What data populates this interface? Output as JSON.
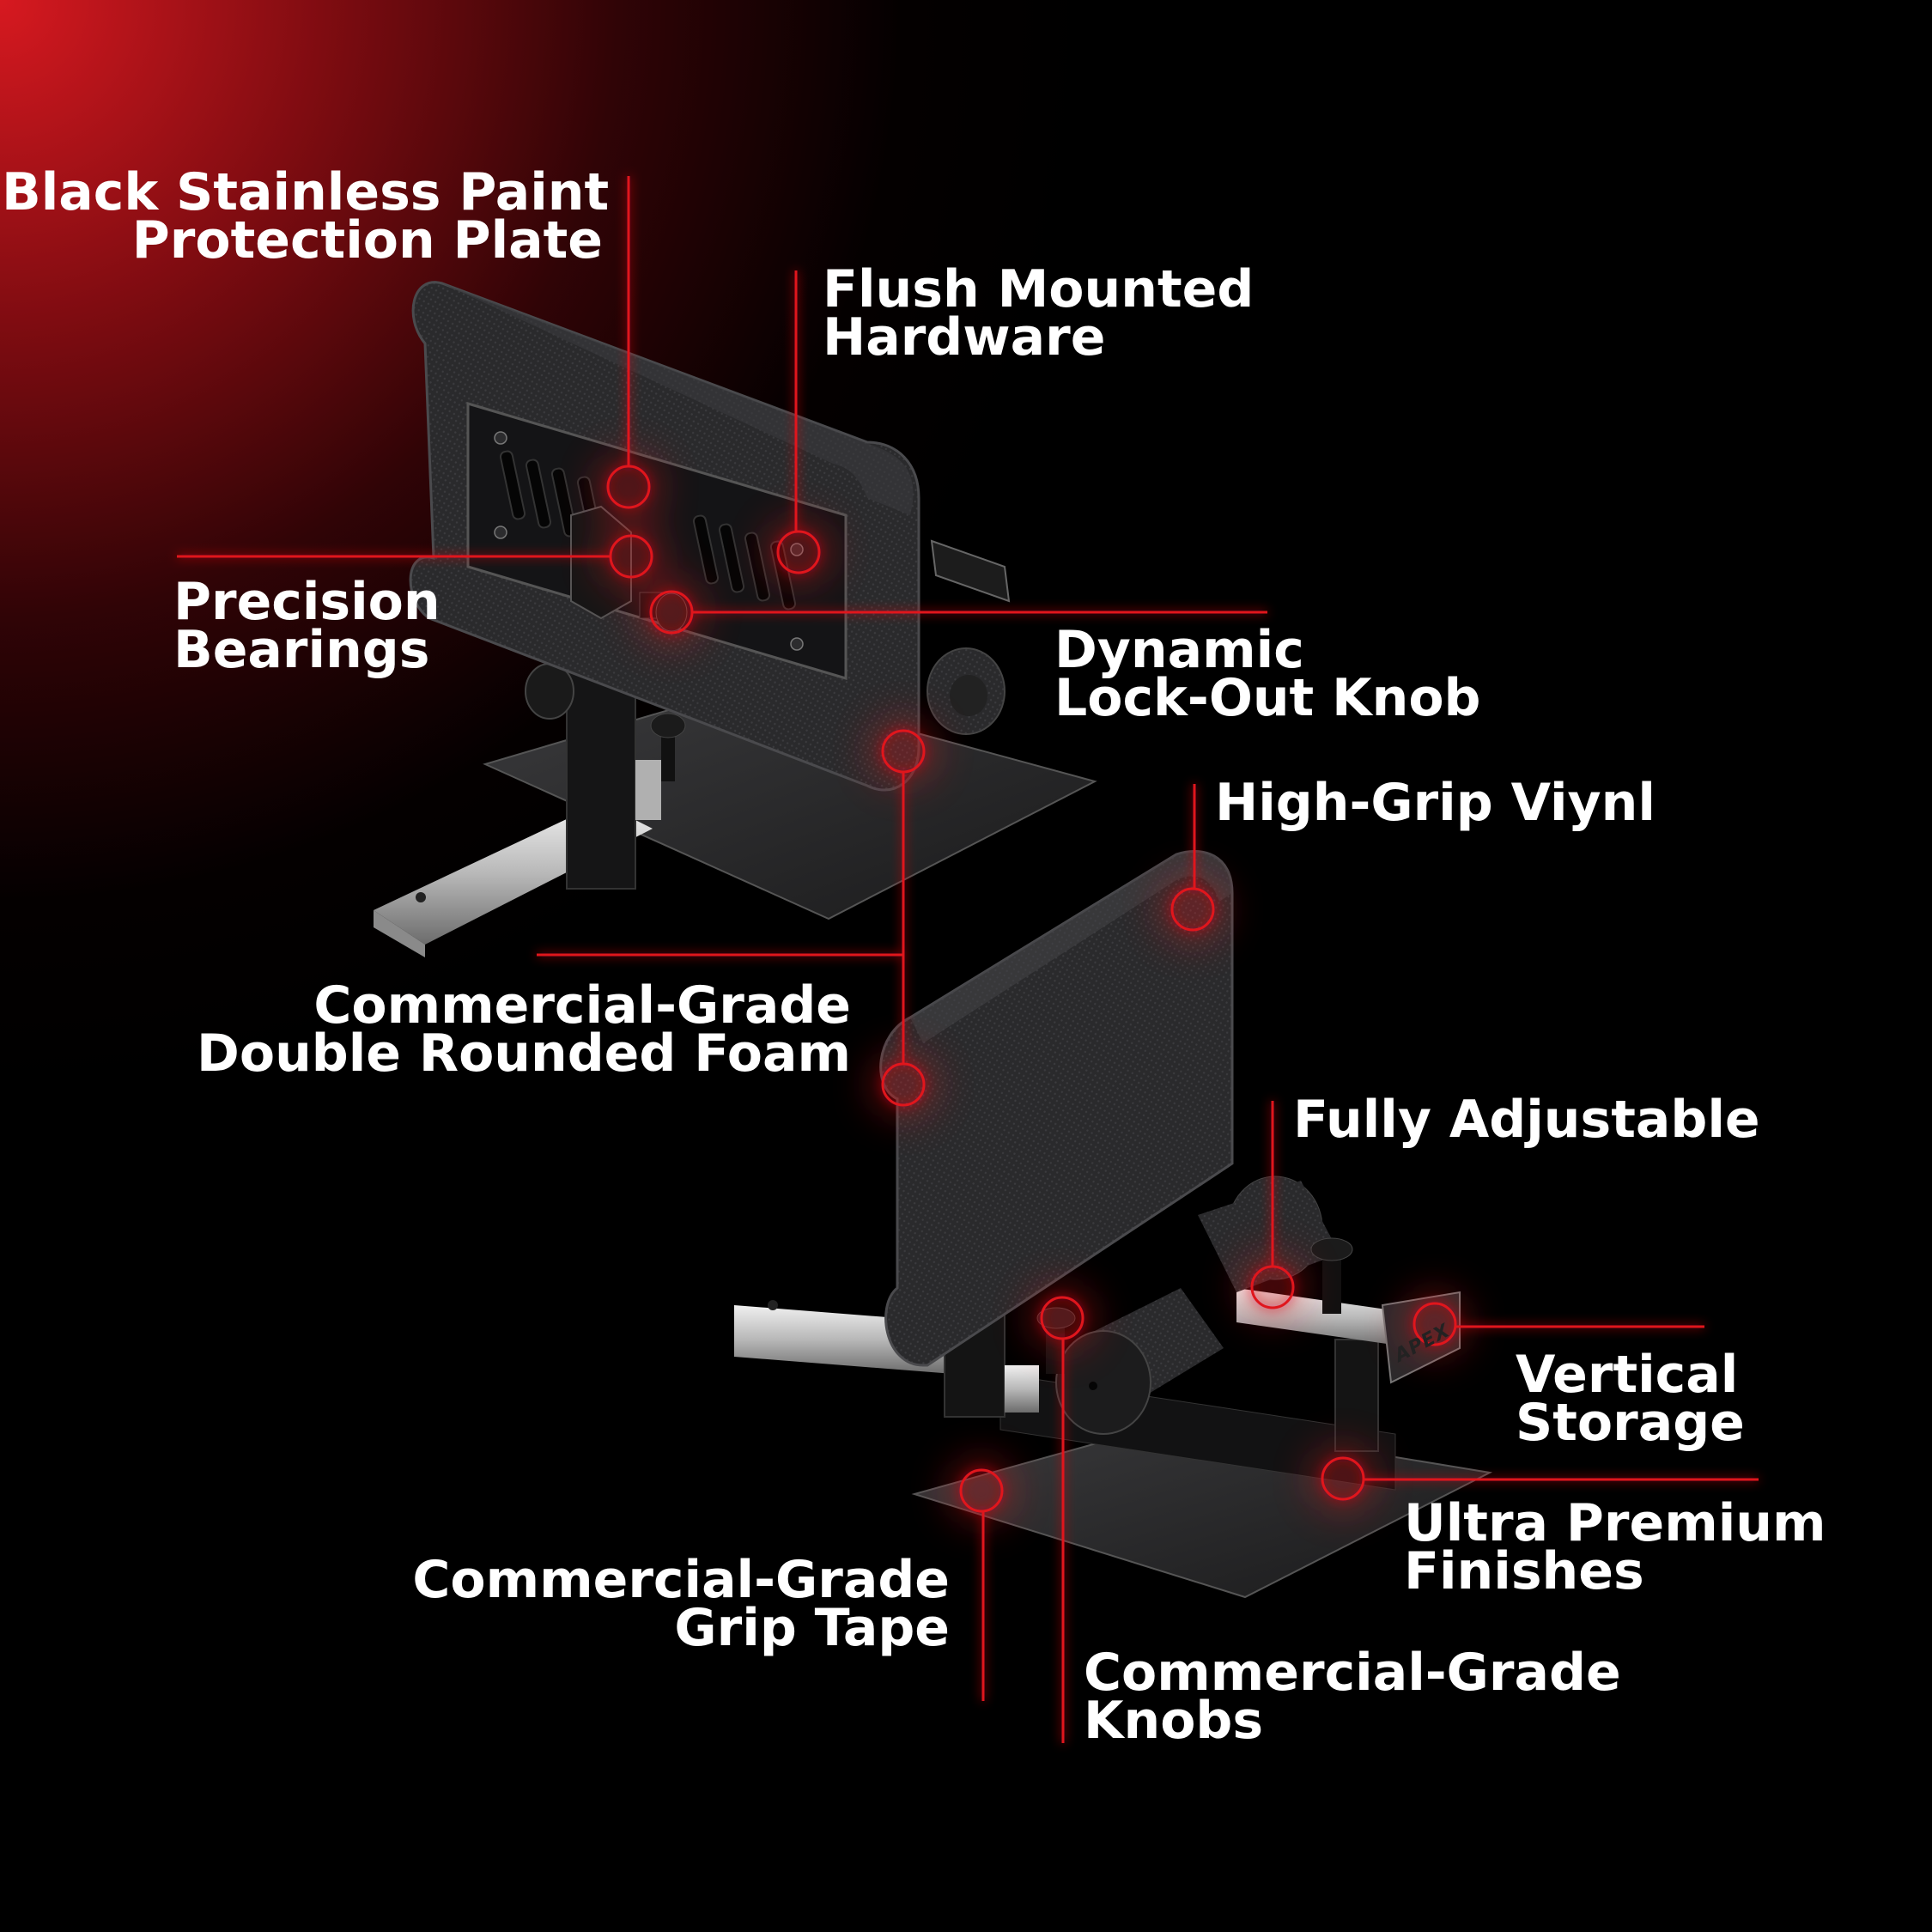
{
  "colors": {
    "background": "#000000",
    "accent_red": "#e0141c",
    "corner_glow": "#d71920",
    "label_text": "#ffffff",
    "product_dark": "#1b1b1d",
    "product_steel": "#c9c9c9"
  },
  "product": {
    "brand_mark": "APEX"
  },
  "callouts": [
    {
      "id": "protection-plate",
      "lines": [
        "Black Stainless Paint",
        "Protection Plate"
      ],
      "align": "right"
    },
    {
      "id": "flush-hardware",
      "lines": [
        "Flush Mounted",
        "Hardware"
      ],
      "align": "left"
    },
    {
      "id": "precision-bearings",
      "lines": [
        "Precision",
        "Bearings"
      ],
      "align": "left"
    },
    {
      "id": "lockout-knob",
      "lines": [
        "Dynamic",
        "Lock-Out Knob"
      ],
      "align": "left"
    },
    {
      "id": "high-grip-vinyl",
      "lines": [
        "High-Grip Viynl"
      ],
      "align": "left"
    },
    {
      "id": "double-rounded-foam",
      "lines": [
        "Commercial-Grade",
        "Double Rounded Foam"
      ],
      "align": "right"
    },
    {
      "id": "fully-adjustable",
      "lines": [
        "Fully Adjustable"
      ],
      "align": "left"
    },
    {
      "id": "vertical-storage",
      "lines": [
        "Vertical",
        "Storage"
      ],
      "align": "left"
    },
    {
      "id": "ultra-premium-finishes",
      "lines": [
        "Ultra Premium",
        "Finishes"
      ],
      "align": "left"
    },
    {
      "id": "grip-tape",
      "lines": [
        "Commercial-Grade",
        "Grip Tape"
      ],
      "align": "right"
    },
    {
      "id": "commercial-knobs",
      "lines": [
        "Commercial-Grade",
        "Knobs"
      ],
      "align": "left"
    }
  ]
}
